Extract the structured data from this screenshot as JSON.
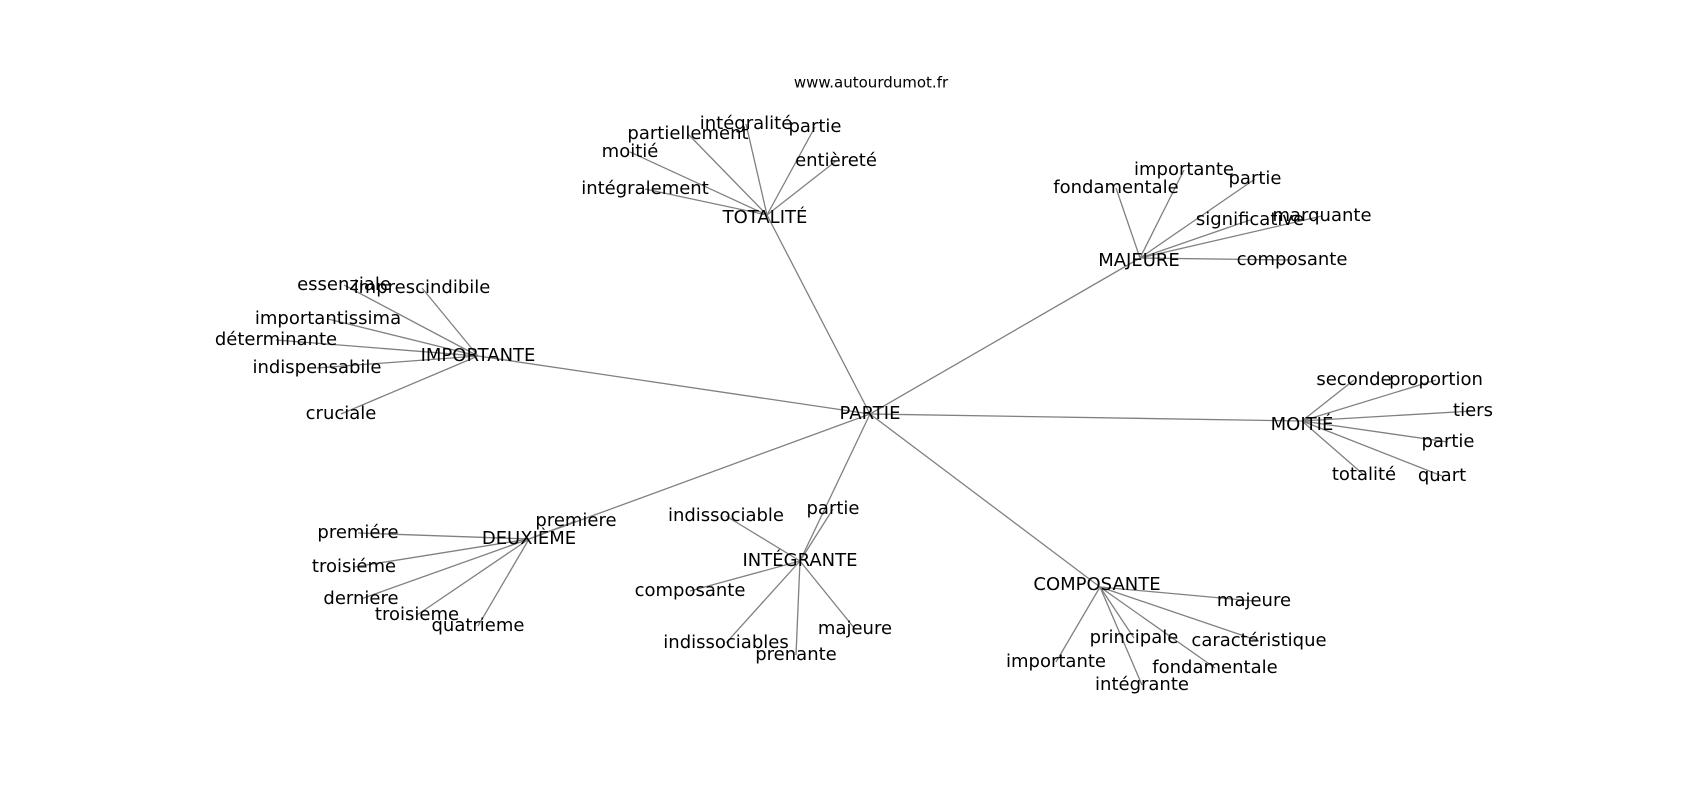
{
  "source_label": "www.autourdumot.fr",
  "colors": {
    "edge": "#808080",
    "text": "#000000",
    "background": "#ffffff"
  },
  "graph": {
    "root": "PARTIE",
    "hubs": [
      {
        "label": "TOTALITÉ",
        "leaves": [
          "intégralité",
          "partiellement",
          "partie",
          "moitié",
          "entièreté",
          "intégralement"
        ]
      },
      {
        "label": "MAJEURE",
        "leaves": [
          "importante",
          "fondamentale",
          "partie",
          "significative",
          "marquante",
          "composante"
        ]
      },
      {
        "label": "IMPORTANTE",
        "leaves": [
          "essenziale",
          "imprescindibile",
          "importantissima",
          "déterminante",
          "indispensabile",
          "cruciale"
        ]
      },
      {
        "label": "MOITIÉ",
        "leaves": [
          "seconde",
          "proportion",
          "tiers",
          "partie",
          "totalité",
          "quart"
        ]
      },
      {
        "label": "DEUXIÈME",
        "leaves": [
          "premiere",
          "premiére",
          "troisiéme",
          "derniere",
          "troisieme",
          "quatrieme"
        ]
      },
      {
        "label": "INTÉGRANTE",
        "leaves": [
          "indissociable",
          "partie",
          "composante",
          "majeure",
          "indissociables",
          "prenante"
        ]
      },
      {
        "label": "COMPOSANTE",
        "leaves": [
          "majeure",
          "principale",
          "caractéristique",
          "importante",
          "fondamentale",
          "intégrante"
        ]
      }
    ]
  }
}
